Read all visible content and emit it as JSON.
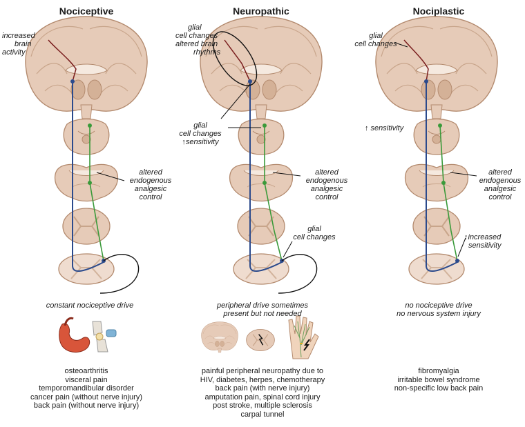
{
  "columns": [
    {
      "title": "Nociceptive",
      "brain_note": [
        "increased",
        "brain",
        "activity"
      ],
      "midbrain_note": [],
      "brainstem_note": [
        "altered",
        "endogenous",
        "analgesic",
        "control"
      ],
      "spinal_note": [],
      "drive": [
        "constant nociceptive drive"
      ],
      "conditions": [
        "osteoarthritis",
        "visceral pain",
        "temporomandibular disorder",
        "cancer pain (without nerve injury)",
        "back pain (without nerve injury)"
      ]
    },
    {
      "title": "Neuropathic",
      "brain_note": [
        "glial",
        "cell changes",
        "altered brain",
        "rhythms"
      ],
      "midbrain_note": [
        "glial",
        "cell changes",
        "↑sensitivity"
      ],
      "brainstem_note": [
        "altered",
        "endogenous",
        "analgesic",
        "control"
      ],
      "spinal_note": [
        "glial",
        "cell changes"
      ],
      "drive": [
        "peripheral drive sometimes",
        "present but not needed"
      ],
      "conditions": [
        "painful peripheral neuropathy due to",
        "HIV, diabetes, herpes, chemotherapy",
        "back pain (with nerve injury)",
        "amputation pain, spinal cord injury",
        "post stroke, multiple sclerosis",
        "carpal tunnel"
      ]
    },
    {
      "title": "Nociplastic",
      "brain_note": [
        "glial",
        "cell changes"
      ],
      "midbrain_note": [
        "↑ sensitivity"
      ],
      "brainstem_note": [
        "altered",
        "endogenous",
        "analgesic",
        "control"
      ],
      "spinal_note": [
        "↑increased",
        "sensitivity"
      ],
      "drive": [
        "no nociceptive drive",
        "no nervous system injury"
      ],
      "conditions": [
        "fibromyalgia",
        "irritable bowel syndrome",
        "non-specific low back pain"
      ]
    }
  ],
  "colors": {
    "tissue": "#e6cbb8",
    "tissue_dark": "#b38a6e",
    "ascending_pathway": "#2b4a8c",
    "descending_pathway": "#3a9a3a",
    "cortical_neuron": "#7a1e1e"
  }
}
